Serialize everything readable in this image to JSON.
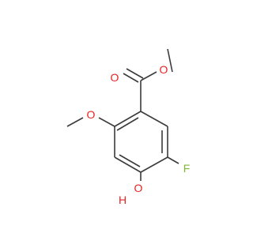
{
  "molecule": {
    "atoms": {
      "ester_carbonyl_o": {
        "label": "O",
        "color": "#e8231e"
      },
      "ester_alkoxy_o": {
        "label": "O",
        "color": "#e8231e"
      },
      "methoxy_o": {
        "label": "O",
        "color": "#e8231e"
      },
      "fluorine": {
        "label": "F",
        "color": "#7fb93a"
      },
      "hydroxyl_o": {
        "label": "O",
        "color": "#e8231e"
      },
      "hydroxyl_h": {
        "label": "H",
        "color": "#e8231e"
      }
    }
  }
}
